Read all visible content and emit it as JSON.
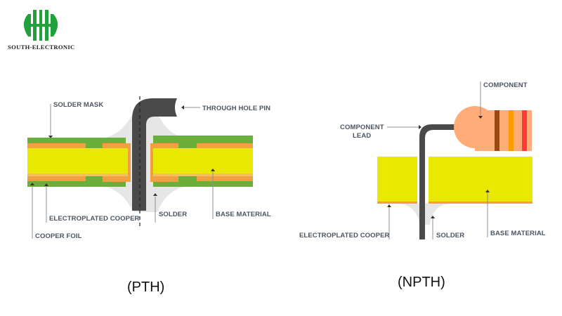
{
  "logo": {
    "text": "SOUTH-ELECTRONIC",
    "color": "#22a03c"
  },
  "colors": {
    "solder_mask": "#6aaf3c",
    "copper": "#f0a040",
    "copper_light": "#f5c060",
    "base_material": "#e8e800",
    "solder": "#e6e6e6",
    "pin": "#4a4a4a",
    "component_body": "#ffac78",
    "band_1": "#9c4a14",
    "band_2": "#ff9a00",
    "band_3": "#ff3a3a",
    "label_text": "#4a5563"
  },
  "pth": {
    "caption": "(PTH)",
    "labels": {
      "solder_mask": "SOLDER MASK",
      "through_hole_pin": "THROUGH HOLE PIN",
      "electroplated_copper": "ELECTROPLATED COOPER",
      "copper_foil": "COOPER FOIL",
      "solder": "SOLDER",
      "base_material": "BASE MATERIAL"
    }
  },
  "npth": {
    "caption": "(NPTH)",
    "labels": {
      "component": "COMPONENT",
      "component_lead_line1": "COMPONENT",
      "component_lead_line2": "LEAD",
      "electroplated_copper": "ELECTROPLATED COOPER",
      "solder": "SOLDER",
      "base_material": "BASE MATERIAL"
    }
  }
}
